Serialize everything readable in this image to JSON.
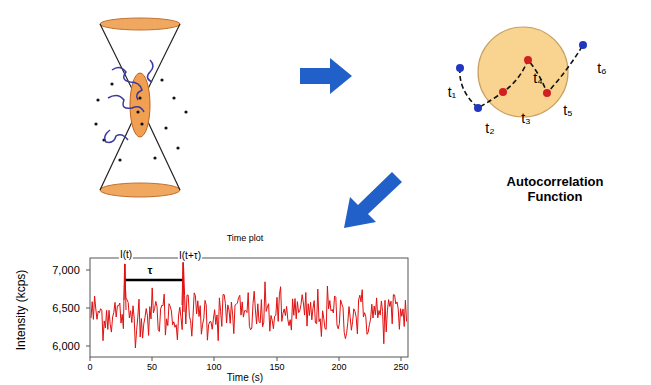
{
  "diagram": {
    "labels": [
      "t₁",
      "t₂",
      "t₃",
      "t₄",
      "t₅",
      "t₆",
      "Autocorrelation Function",
      "Time plot",
      "Intensity (kcps)",
      "7,000",
      "6,500",
      "6,000",
      "0",
      "50",
      "100",
      "150",
      "200",
      "250",
      "Time (s)",
      "I(t)",
      "τ",
      "I(t+τ)"
    ]
  }
}
